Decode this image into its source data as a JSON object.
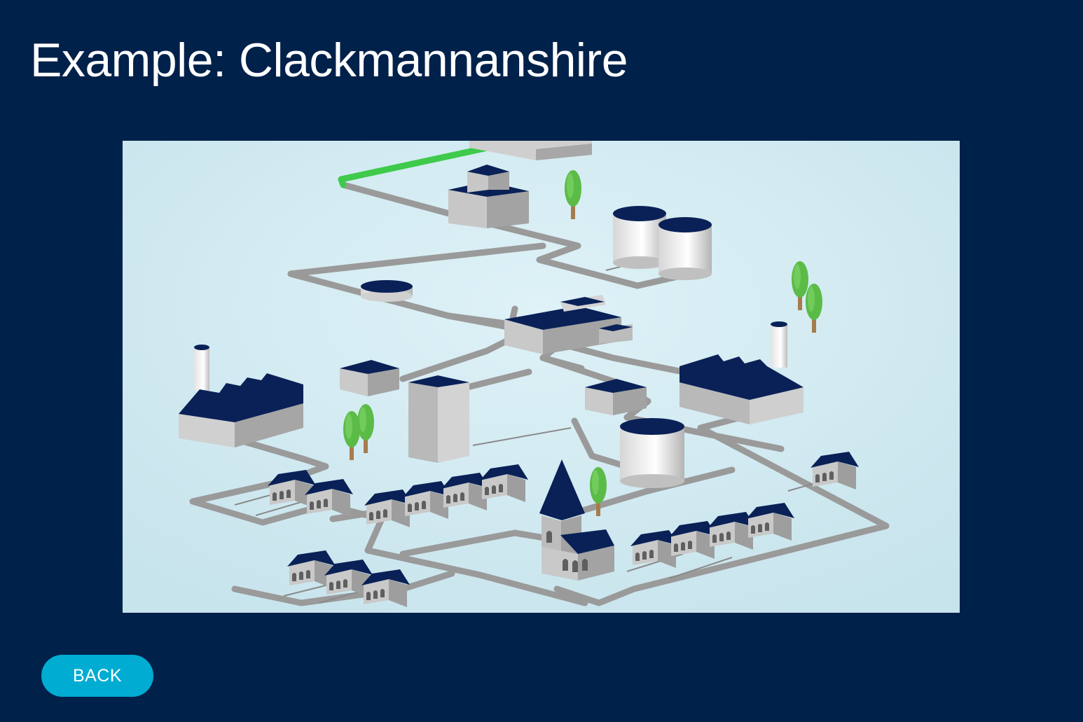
{
  "page": {
    "title": "Example: Clackmannanshire"
  },
  "illustration": {
    "subject": "isometric town with water supply network",
    "icon": "water-network-illustration-icon"
  },
  "actions": {
    "back_label": "BACK"
  },
  "colors": {
    "background": "#00214a",
    "button": "#00acd2",
    "roof": "#0a2157",
    "pipe": "#9a9a9a",
    "pipe_active": "#3fca4b",
    "tree": "#5bbb47"
  }
}
